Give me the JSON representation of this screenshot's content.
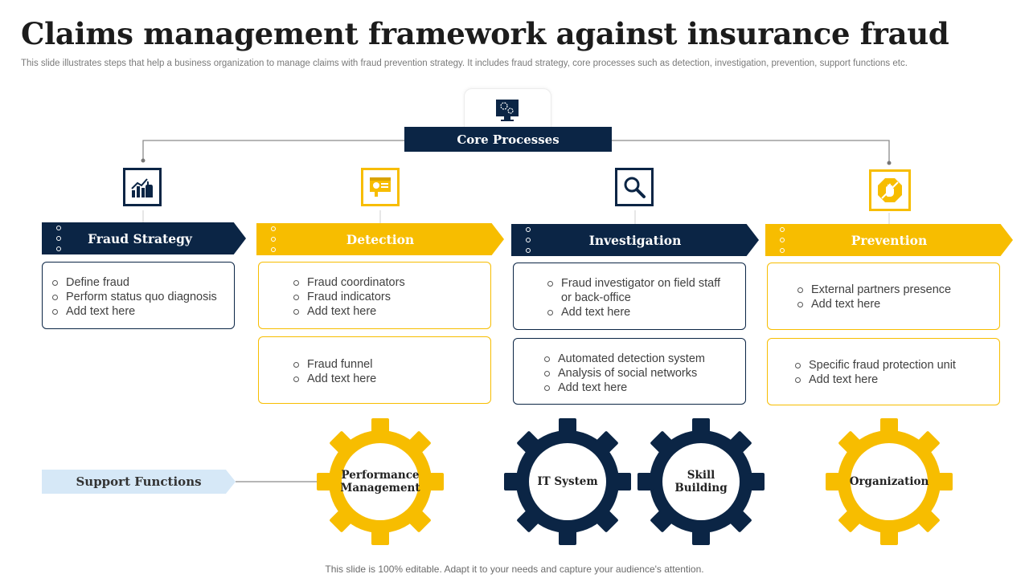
{
  "title": "Claims management framework against insurance fraud",
  "subtitle": "This slide illustrates steps that help a business organization to manage claims with fraud prevention strategy. It includes fraud strategy, core processes such as detection, investigation, prevention, support functions etc.",
  "core": {
    "label": "Core Processes",
    "icon": "monitor-gears-icon"
  },
  "columns": [
    {
      "label": "Fraud Strategy",
      "icon": "chart-hand-icon",
      "color": "#0b2545",
      "cards": [
        {
          "items": [
            "Define fraud",
            "Perform status quo diagnosis",
            "Add text here"
          ]
        }
      ]
    },
    {
      "label": "Detection",
      "icon": "web-lightbulb-icon",
      "color": "#f7bd00",
      "cards": [
        {
          "items": [
            "Fraud coordinators",
            "Fraud indicators",
            "Add text here"
          ]
        },
        {
          "items": [
            "Fraud funnel",
            "Add text here"
          ]
        }
      ]
    },
    {
      "label": "Investigation",
      "icon": "magnifier-icon",
      "color": "#0b2545",
      "cards": [
        {
          "items": [
            "Fraud investigator on field staff or back-office",
            "Add text here"
          ]
        },
        {
          "items": [
            "Automated detection system",
            "Analysis of social networks",
            "Add text here"
          ]
        }
      ]
    },
    {
      "label": "Prevention",
      "icon": "stop-hand-icon",
      "color": "#f7bd00",
      "cards": [
        {
          "items": [
            "External partners presence",
            "Add text here"
          ]
        },
        {
          "items": [
            "Specific fraud protection unit",
            "Add text here"
          ]
        }
      ]
    }
  ],
  "support": {
    "label": "Support Functions",
    "gears": [
      {
        "label": "Performance Management",
        "color": "#f7bd00"
      },
      {
        "label": "IT System",
        "color": "#0b2545"
      },
      {
        "label": "Skill Building",
        "color": "#0b2545"
      },
      {
        "label": "Organization",
        "color": "#f7bd00"
      }
    ]
  },
  "footer": "This slide is 100% editable. Adapt it to your needs and capture your audience's attention."
}
